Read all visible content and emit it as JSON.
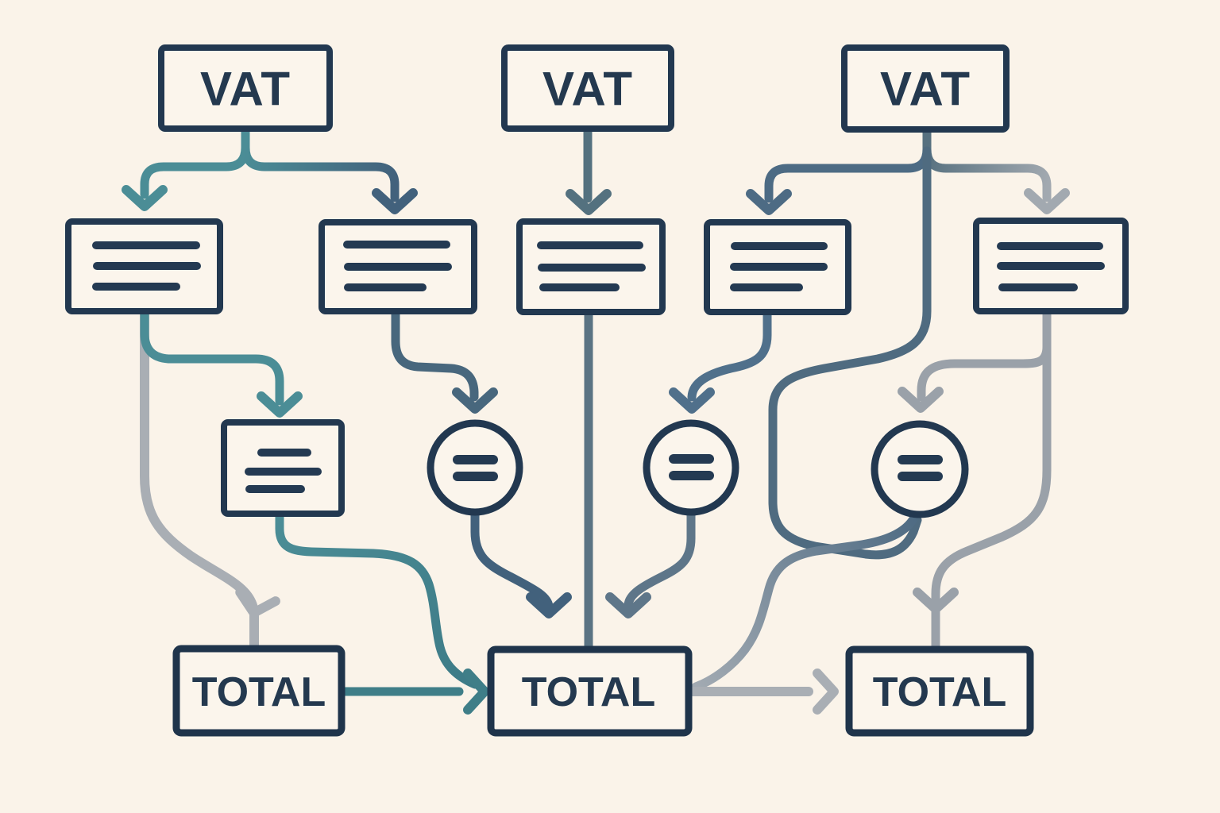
{
  "diagram": {
    "type": "flowchart",
    "background_color": "#faf3e9",
    "palette": {
      "navy": "#223850",
      "teal": "#4b8d96",
      "teal_dark": "#3d7b87",
      "slate": "#42617c",
      "slate_mid": "#54717f",
      "slate_blue": "#4d6b84",
      "blue_gray": "#5e7689",
      "gray_mid": "#97a0a9",
      "gray_light": "#a9aeb4"
    },
    "nodes": {
      "vat1": {
        "label": "VAT",
        "type": "labeled-box"
      },
      "vat2": {
        "label": "VAT",
        "type": "labeled-box"
      },
      "vat3": {
        "label": "VAT",
        "type": "labeled-box"
      },
      "detail1": {
        "type": "text-lines-box",
        "lines": 3
      },
      "detail2": {
        "type": "text-lines-box",
        "lines": 3
      },
      "detail3": {
        "type": "text-lines-box",
        "lines": 3
      },
      "detail4": {
        "type": "text-lines-box",
        "lines": 3
      },
      "detail5": {
        "type": "text-lines-box",
        "lines": 3
      },
      "detail6_small": {
        "type": "text-lines-box",
        "lines": 3
      },
      "equals1": {
        "type": "equals-circle",
        "icon": "equals-icon"
      },
      "equals2": {
        "type": "equals-circle",
        "icon": "equals-icon"
      },
      "equals3": {
        "type": "equals-circle",
        "icon": "equals-icon"
      },
      "total1": {
        "label": "TOTAL",
        "type": "labeled-box"
      },
      "total2": {
        "label": "TOTAL",
        "type": "labeled-box"
      },
      "total3": {
        "label": "TOTAL",
        "type": "labeled-box"
      }
    },
    "connectors": [
      {
        "from": "vat1",
        "to": "detail1",
        "color": "teal",
        "arrow": "down"
      },
      {
        "from": "vat1",
        "to": "detail2",
        "color": "teal-to-slate",
        "arrow": "down"
      },
      {
        "from": "vat2",
        "to": "detail3",
        "color": "slate_mid",
        "arrow": "down"
      },
      {
        "from": "vat3",
        "to": "detail4",
        "color": "slate_blue",
        "arrow": "down"
      },
      {
        "from": "vat3",
        "to": "detail5",
        "color": "slate-to-gray",
        "arrow": "down"
      },
      {
        "from": "vat3",
        "to": "equals3",
        "color": "slate_blue",
        "arrow": "none"
      },
      {
        "from": "detail1",
        "to": "total1",
        "color": "gray_light",
        "arrow": "down"
      },
      {
        "from": "detail1",
        "to": "detail6_small",
        "color": "teal",
        "arrow": "down"
      },
      {
        "from": "detail6_small",
        "to": "total2",
        "color": "teal_dark",
        "arrow": "merge"
      },
      {
        "from": "detail2",
        "to": "equals1",
        "color": "slate",
        "arrow": "down"
      },
      {
        "from": "detail3",
        "to": "total2",
        "color": "slate_mid",
        "arrow": "none"
      },
      {
        "from": "detail4",
        "to": "equals2",
        "color": "slate_blue",
        "arrow": "down"
      },
      {
        "from": "detail5",
        "to": "equals3",
        "color": "gray_mid",
        "arrow": "down"
      },
      {
        "from": "detail5",
        "to": "total3",
        "color": "gray_mid",
        "arrow": "down"
      },
      {
        "from": "equals1",
        "to": "total2",
        "color": "slate",
        "arrow": "down"
      },
      {
        "from": "equals2",
        "to": "total2",
        "color": "blue_gray",
        "arrow": "down"
      },
      {
        "from": "equals3",
        "to": "total2",
        "color": "slate-to-gray",
        "arrow": "merge"
      },
      {
        "from": "total1",
        "to": "total2",
        "color": "teal_dark",
        "arrow": "right"
      },
      {
        "from": "total2",
        "to": "total3",
        "color": "gray_light",
        "arrow": "right"
      }
    ]
  }
}
